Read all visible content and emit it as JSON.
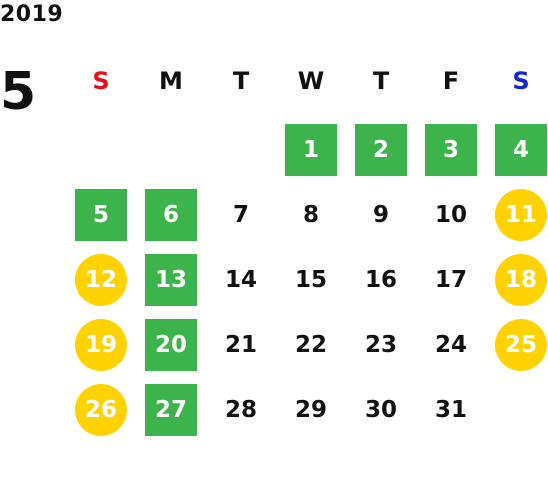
{
  "header": {
    "year": "2019",
    "month": "5"
  },
  "colors": {
    "text": "#111111",
    "sunday": "#e8101f",
    "saturday": "#1226d8",
    "holiday_green": "#3cb44b",
    "weekend_yellow": "#ffd200"
  },
  "weekdays": [
    "S",
    "M",
    "T",
    "W",
    "T",
    "F",
    "S"
  ],
  "days": [
    {
      "label": "1",
      "style": "green"
    },
    {
      "label": "2",
      "style": "green"
    },
    {
      "label": "3",
      "style": "green"
    },
    {
      "label": "4",
      "style": "green"
    },
    {
      "label": "5",
      "style": "green"
    },
    {
      "label": "6",
      "style": "green"
    },
    {
      "label": "7",
      "style": "plain"
    },
    {
      "label": "8",
      "style": "plain"
    },
    {
      "label": "9",
      "style": "plain"
    },
    {
      "label": "10",
      "style": "plain"
    },
    {
      "label": "11",
      "style": "circle"
    },
    {
      "label": "12",
      "style": "circle"
    },
    {
      "label": "13",
      "style": "green"
    },
    {
      "label": "14",
      "style": "plain"
    },
    {
      "label": "15",
      "style": "plain"
    },
    {
      "label": "16",
      "style": "plain"
    },
    {
      "label": "17",
      "style": "plain"
    },
    {
      "label": "18",
      "style": "circle"
    },
    {
      "label": "19",
      "style": "circle"
    },
    {
      "label": "20",
      "style": "green"
    },
    {
      "label": "21",
      "style": "plain"
    },
    {
      "label": "22",
      "style": "plain"
    },
    {
      "label": "23",
      "style": "plain"
    },
    {
      "label": "24",
      "style": "plain"
    },
    {
      "label": "25",
      "style": "circle"
    },
    {
      "label": "26",
      "style": "circle"
    },
    {
      "label": "27",
      "style": "green"
    },
    {
      "label": "28",
      "style": "plain"
    },
    {
      "label": "29",
      "style": "plain"
    },
    {
      "label": "30",
      "style": "plain"
    },
    {
      "label": "31",
      "style": "plain"
    }
  ]
}
